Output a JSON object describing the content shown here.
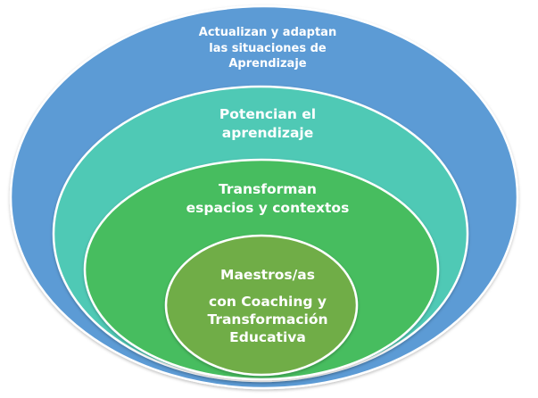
{
  "rings": [
    {
      "id": "outer",
      "label": "Actualizan y adaptan\nlas situaciones de\nAprendizaje",
      "color": "#5b9bd5"
    },
    {
      "id": "second",
      "label": "Potencian el\naprendizaje",
      "color": "#4fc9b5"
    },
    {
      "id": "third",
      "label": "Transforman\nespacios y contextos",
      "color": "#46bd5e"
    },
    {
      "id": "core",
      "title": "Maestros/as",
      "label": "con Coaching y\nTransformación\nEducativa",
      "color": "#70ad47"
    }
  ],
  "ring_border_color": "#ffffff"
}
